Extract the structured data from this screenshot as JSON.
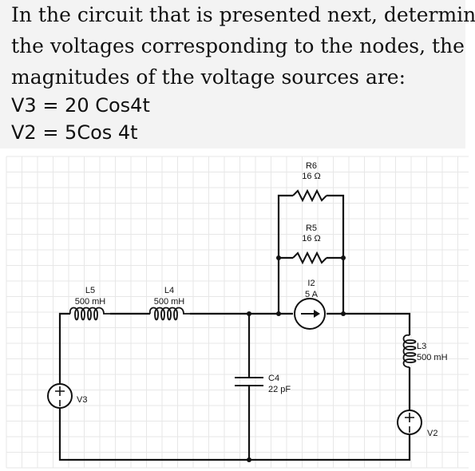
{
  "problem": {
    "lines": [
      "In the circuit that is presented next, determine,",
      "the voltages corresponding to the nodes, the",
      "magnitudes of the voltage sources are:"
    ],
    "equations": [
      "V3 = 20 Cos4t",
      "V2 = 5Cos 4t"
    ]
  },
  "circuit": {
    "components": {
      "R6": {
        "name": "R6",
        "value": "16 Ω"
      },
      "R5": {
        "name": "R5",
        "value": "16 Ω"
      },
      "I2": {
        "name": "I2",
        "value": "5 A"
      },
      "L5": {
        "name": "L5",
        "value": "500 mH"
      },
      "L4": {
        "name": "L4",
        "value": "500 mH"
      },
      "L3": {
        "name": "L3",
        "value": "500 mH"
      },
      "C4": {
        "name": "C4",
        "value": "22 pF"
      },
      "V3": {
        "name": "V3"
      },
      "V2": {
        "name": "V2"
      }
    },
    "colors": {
      "wire": "#111111",
      "grid": "#e7e7e7",
      "text_bg": "#f3f3f3"
    }
  }
}
